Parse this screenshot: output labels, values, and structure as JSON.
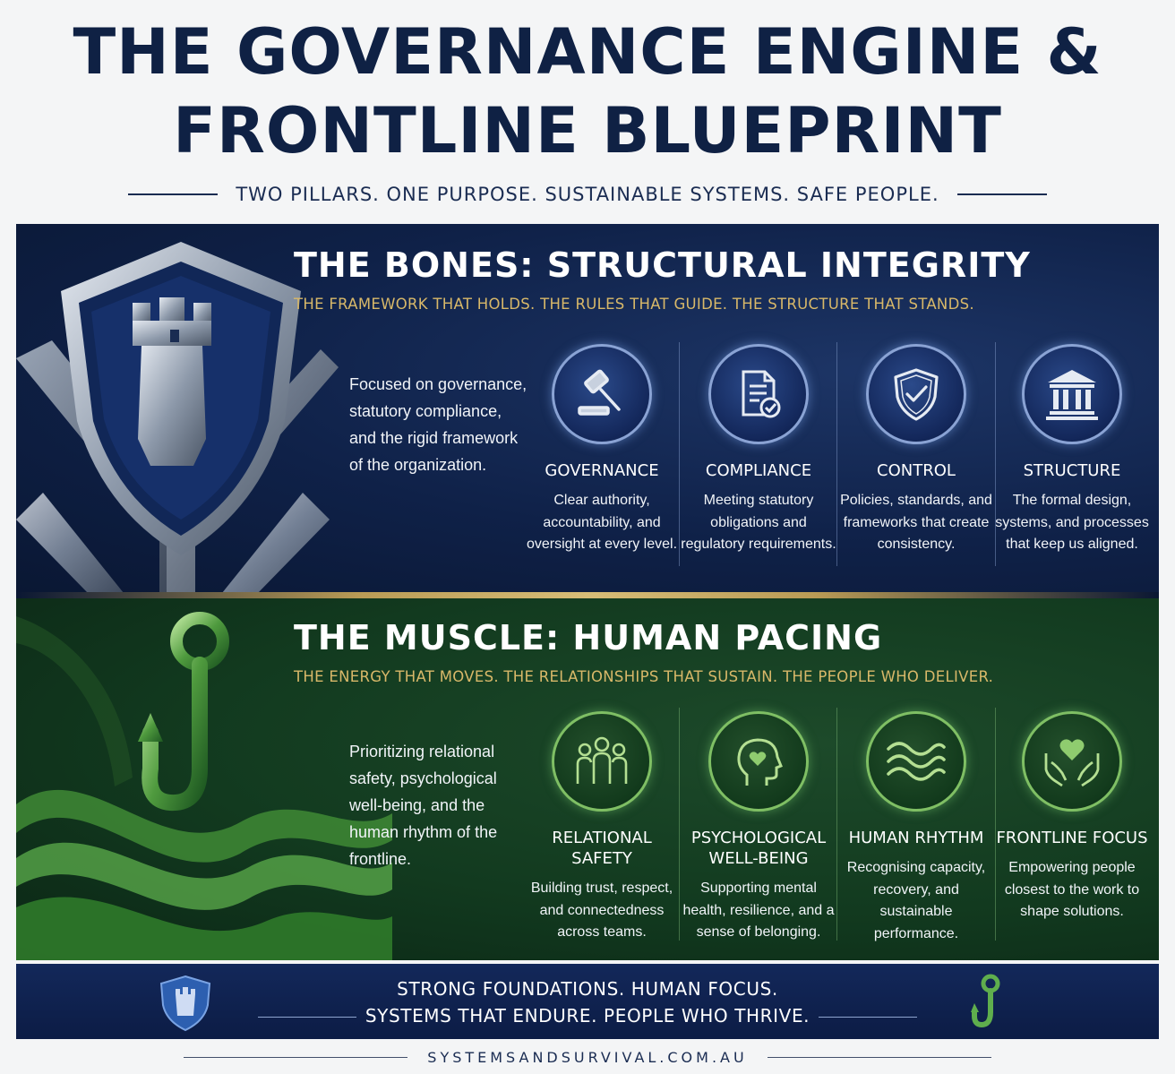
{
  "header": {
    "title_line1": "THE GOVERNANCE ENGINE &",
    "title_line2": "FRONTLINE BLUEPRINT",
    "tagline": "TWO PILLARS. ONE PURPOSE. SUSTAINABLE SYSTEMS. SAFE PEOPLE."
  },
  "bones": {
    "emblem_icon": "castle-tower-shield-icon",
    "title": "THE BONES: STRUCTURAL INTEGRITY",
    "subtitle": "THE FRAMEWORK THAT HOLDS. THE RULES THAT GUIDE. THE STRUCTURE THAT STANDS.",
    "intro": "Focused on governance, statutory compliance, and the rigid framework of the organization.",
    "accent": "#8aa3d4",
    "pillars": [
      {
        "icon": "gavel-icon",
        "name": "GOVERNANCE",
        "desc": "Clear authority, accountability, and oversight at every level."
      },
      {
        "icon": "document-check-icon",
        "name": "COMPLIANCE",
        "desc": "Meeting statutory obligations and regulatory requirements."
      },
      {
        "icon": "shield-check-icon",
        "name": "CONTROL",
        "desc": "Policies, standards, and frameworks that create consistency."
      },
      {
        "icon": "building-columns-icon",
        "name": "STRUCTURE",
        "desc": "The formal design, systems, and processes that keep us aligned."
      }
    ]
  },
  "muscle": {
    "emblem_icon": "fish-hook-waves-icon",
    "title": "THE MUSCLE: HUMAN PACING",
    "subtitle": "THE ENERGY THAT MOVES. THE RELATIONSHIPS THAT SUSTAIN. THE PEOPLE WHO DELIVER.",
    "intro": "Prioritizing relational safety, psychological well-being, and the human rhythm of the frontline.",
    "accent": "#7fbf64",
    "pillars": [
      {
        "icon": "people-group-icon",
        "name": "RELATIONAL SAFETY",
        "desc": "Building trust, respect, and connectedness across teams."
      },
      {
        "icon": "head-heart-icon",
        "name": "PSYCHOLOGICAL WELL-BEING",
        "desc": "Supporting mental health, resilience, and a sense of belonging."
      },
      {
        "icon": "waves-icon",
        "name": "HUMAN RHYTHM",
        "desc": "Recognising capacity, recovery, and sustainable performance."
      },
      {
        "icon": "hands-heart-icon",
        "name": "FRONTLINE FOCUS",
        "desc": "Empowering people closest to the work to shape solutions."
      }
    ]
  },
  "footer": {
    "line1": "STRONG FOUNDATIONS. HUMAN FOCUS.",
    "line2": "SYSTEMS THAT ENDURE. PEOPLE WHO THRIVE.",
    "left_icon": "tower-shield-icon",
    "right_icon": "fish-hook-icon",
    "url": "SYSTEMSANDSURVIVAL.COM.AU"
  }
}
